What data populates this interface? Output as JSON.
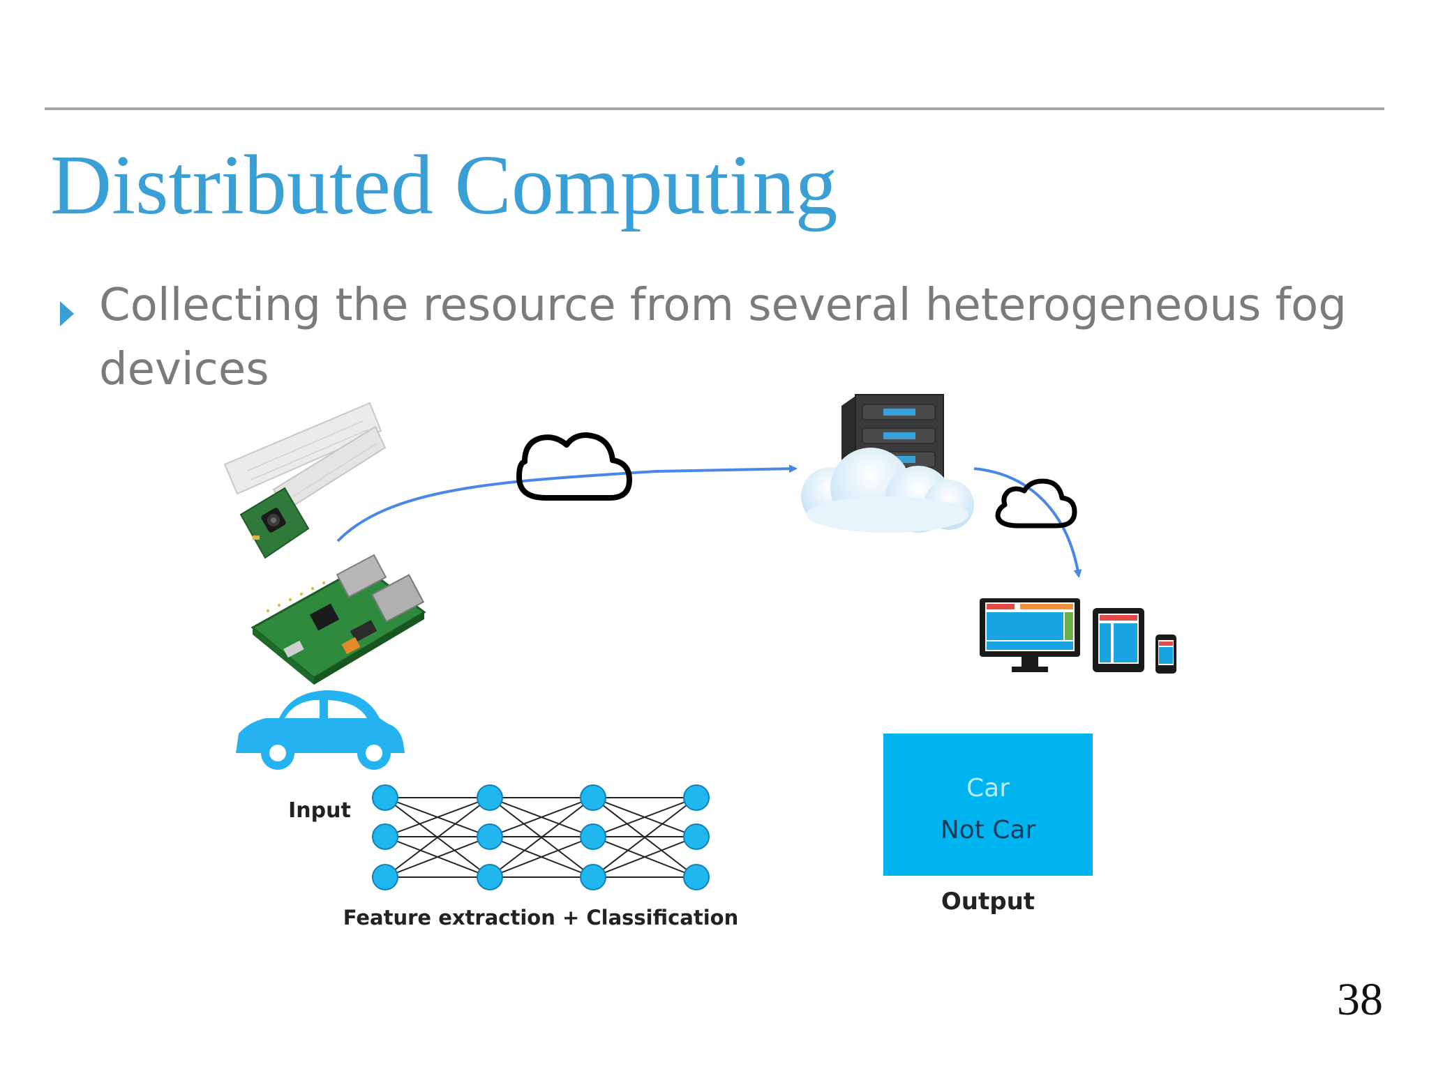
{
  "slide": {
    "title": "Distributed Computing",
    "bullet": "Collecting the resource from several heterogeneous fog devices",
    "page_number": "38"
  },
  "diagram": {
    "input_label": "Input",
    "nn_caption": "Feature extraction + Classification",
    "output_box": {
      "line1": "Car",
      "line2": "Not Car"
    },
    "output_label": "Output"
  },
  "colors": {
    "title": "#3a9fd5",
    "bullet_text": "#7b7b7b",
    "rule": "#a6a6a6",
    "arrow": "#4a86e8",
    "accent_cyan": "#00b4f0",
    "node_fill": "#20b7ee"
  },
  "icons": [
    "camera-module-icon",
    "raspberry-pi-board-icon",
    "car-icon",
    "cloud-outline-icon",
    "cloud-server-icon",
    "devices-icon"
  ]
}
